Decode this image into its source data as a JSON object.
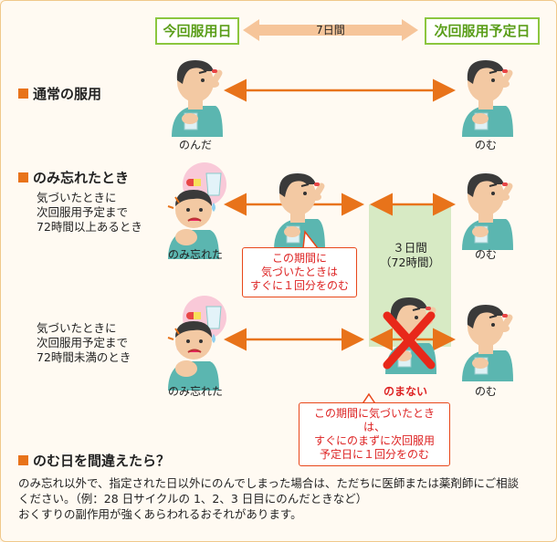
{
  "header": {
    "start_label": "今回服用日",
    "interval_label": "7日間",
    "end_label": "次回服用予定日"
  },
  "section_normal": {
    "title": "通常の服用",
    "took_label": "のんだ",
    "take_label": "のむ"
  },
  "section_missed": {
    "title": "のみ忘れたとき",
    "case1": {
      "condition_lines": [
        "気づいたときに",
        "次回服用予定まで",
        "72時間以上あるとき"
      ],
      "missed_label": "のみ忘れた",
      "take_label": "のむ",
      "callout_lines": [
        "この期間に",
        "気づいたときは",
        "すぐに１回分をのむ"
      ],
      "range_lines": [
        "３日間",
        "（72時間）"
      ]
    },
    "case2": {
      "condition_lines": [
        "気づいたときに",
        "次回服用予定まで",
        "72時間未満のとき"
      ],
      "missed_label": "のみ忘れた",
      "dont_take_label": "のまない",
      "take_label": "のむ",
      "callout_lines": [
        "この期間に気づいたときは、",
        "すぐにのまずに次回服用",
        "予定日に１回分をのむ"
      ]
    }
  },
  "section_wrong_day": {
    "title": "のむ日を間違えたら？",
    "body_lines": [
      "のみ忘れ以外で、指定された日以外にのんでしまった場合は、ただちに医師または薬剤師にご相談",
      "ください。（例：28 日サイクルの 1、2、3 日目にのんだときなど）",
      "おくすりの副作用が強くあらわれるおそれがあります。"
    ]
  },
  "colors": {
    "accent_orange": "#e8731a",
    "header_green": "#8cc63f",
    "range_green": "#d7eac4",
    "callout_red": "#e8471a"
  },
  "icons": [
    "person-drinking-icon",
    "person-worried-icon",
    "pill-glass-thought-icon",
    "red-x-icon"
  ]
}
